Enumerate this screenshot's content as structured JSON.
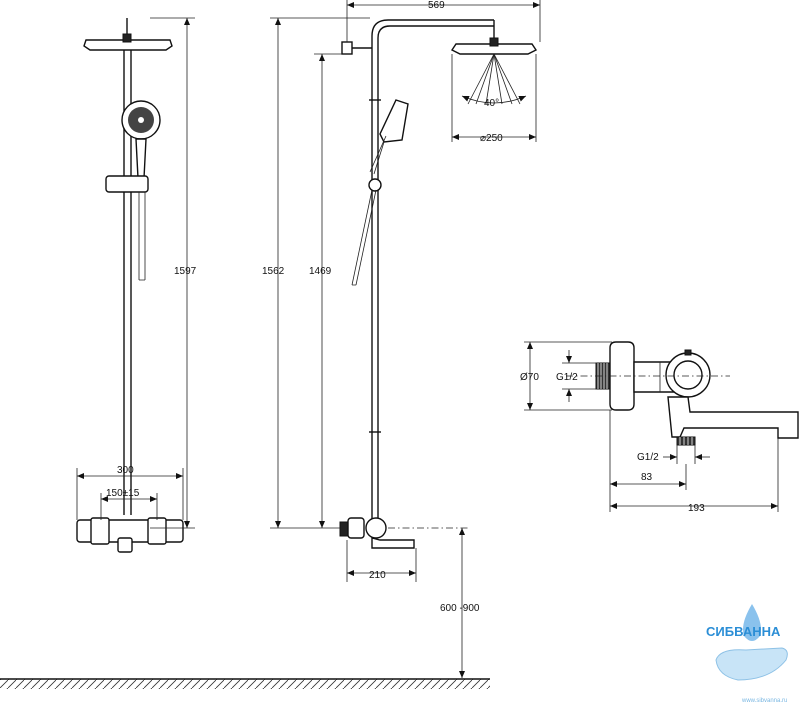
{
  "dimensions": {
    "d569": "569",
    "d1597": "1597",
    "d1562": "1562",
    "d1469": "1469",
    "d40": "40°",
    "d250": "⌀250",
    "d300": "300",
    "d150": "150±15",
    "d210": "210",
    "d600_900": "600 -900",
    "d70": "Ø70",
    "dG12a": "G1/2",
    "dG12b": "G1/2",
    "d83": "83",
    "d193": "193"
  },
  "watermark": {
    "brand": "СИБВАННА",
    "url": "www.sibvanna.ru"
  },
  "colors": {
    "line": "#111111",
    "watermark": "#2b8ed6"
  }
}
